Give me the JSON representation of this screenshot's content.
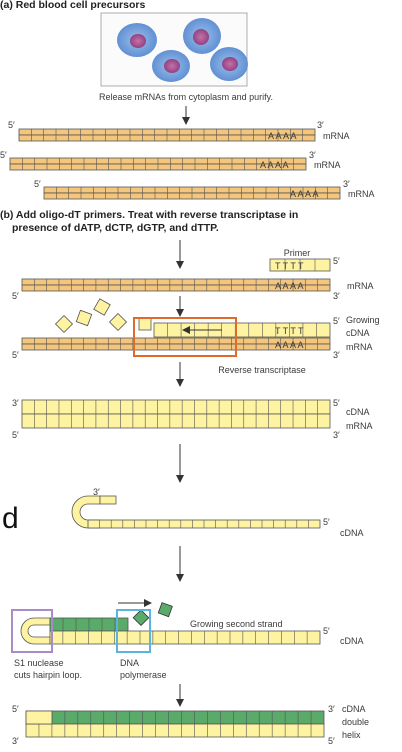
{
  "panel_a": {
    "heading": "(a) Red blood cell precursors",
    "step": "Release mRNAs from cytoplasm and purify.",
    "polyA": "A A A A",
    "mrna_label": "mRNA",
    "five": "5′",
    "three": "3′"
  },
  "panel_b": {
    "heading_line1": "(b) Add oligo-dT primers. Treat with reverse transcriptase in",
    "heading_line2": "presence of dATP, dCTP, dGTP, and dTTP.",
    "primer_label": "Primer",
    "primer_seq": "T T T T",
    "polyA": "A A A A",
    "mrna_label": "mRNA",
    "growing_label_1": "Growing",
    "growing_label_2": "cDNA",
    "rt_label": "Reverse transcriptase",
    "cdna_label": "cDNA"
  },
  "panel_d": {
    "letter": "d",
    "cdna_label": "cDNA",
    "growing_second": "Growing second strand",
    "s1_line1": "S1 nuclease",
    "s1_line2": "cuts hairpin loop.",
    "dna_pol_1": "DNA",
    "dna_pol_2": "polymerase",
    "double_1": "cDNA",
    "double_2": "double",
    "double_3": "helix"
  },
  "colors": {
    "mrna_fill": "#f3c57d",
    "cdna_fill": "#fdf3a0",
    "second_fill": "#5aaa6a",
    "rt_box": "#e06a2a",
    "s1_box": "#a88cc8",
    "pol_box": "#5ab4e0",
    "cell": "#6f9fd8",
    "nucleus": "#a0528e"
  }
}
